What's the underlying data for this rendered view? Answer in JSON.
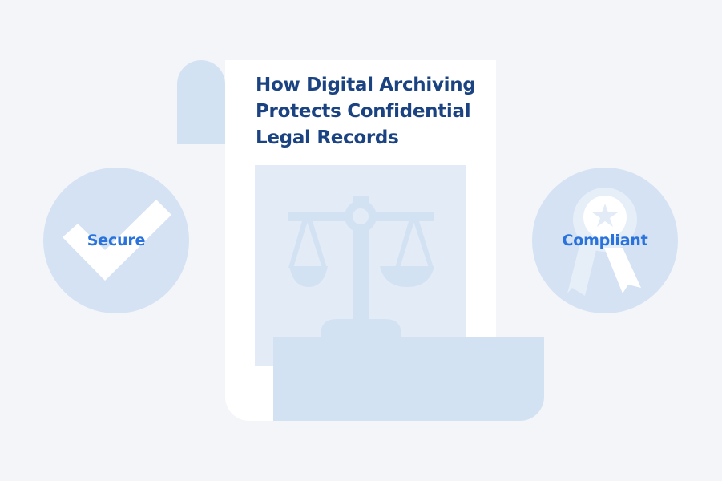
{
  "document": {
    "title_lines": [
      "How Digital Archiving",
      "Protects Confidential",
      "Legal Records"
    ],
    "illustration_icon": "scales-of-justice-icon"
  },
  "badges": {
    "secure": {
      "label": "Secure",
      "icon": "checkmark-icon"
    },
    "compliant": {
      "label": "Compliant",
      "icon": "award-ribbon-icon"
    }
  },
  "colors": {
    "background": "#f3f5f9",
    "paper": "#ffffff",
    "scroll_tint": "#d3e2f3",
    "panel_tint": "#e3ebf6",
    "title_text": "#1b4382",
    "badge_text": "#2a73dc"
  }
}
